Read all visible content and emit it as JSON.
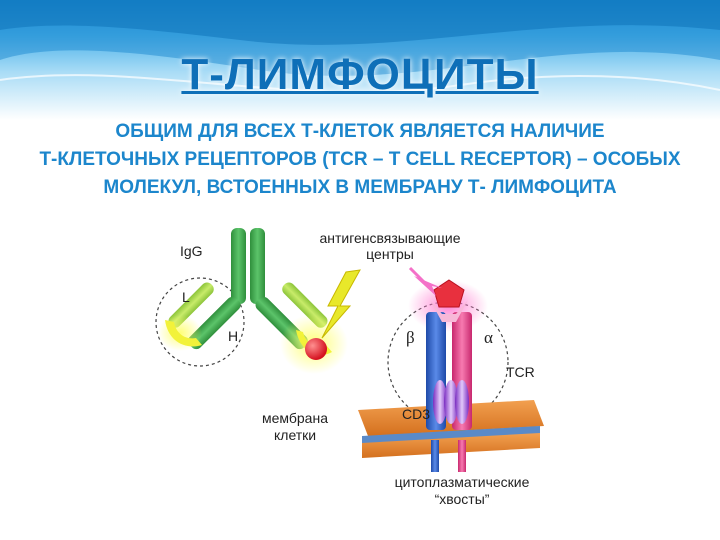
{
  "slide": {
    "title": "Т-ЛИМФОЦИТЫ",
    "subtitle_lines": [
      "ОБЩИМ ДЛЯ ВСЕХ Т-КЛЕТОК ЯВЛЯЕТСЯ НАЛИЧИЕ",
      "Т-КЛЕТОЧНЫХ РЕЦЕПТОРОВ (TCR – T CELL RECEPTOR) – ОСОБЫХ",
      "МОЛЕКУЛ, ВСТОЕННЫХ В МЕМБРАНУ  Т- ЛИМФОЦИТА"
    ]
  },
  "diagram": {
    "igg_label": "IgG",
    "light_chain_label": "L",
    "heavy_chain_label": "H",
    "antigen_binding_label_lines": [
      "антигенсвязывающие",
      "центры"
    ],
    "beta_label": "β",
    "alpha_label": "α",
    "tcr_label": "TCR",
    "cd3_label": "CD3",
    "membrane_label_lines": [
      "мембрана",
      "клетки"
    ],
    "tails_label_lines": [
      "цитоплазматические",
      "“хвосты”"
    ]
  },
  "colors": {
    "title": "#0e6fb8",
    "subtitle": "#1c86cc",
    "heavy_chain": "#3aa64a",
    "light_chain": "#a8d84a",
    "antigen_site": "#f2f23a",
    "antigen": "#e81e2e",
    "beta_chain": "#2f63c8",
    "alpha_chain": "#e8408c",
    "membrane": "#e88a30",
    "cd3": "#9b4fd8"
  }
}
